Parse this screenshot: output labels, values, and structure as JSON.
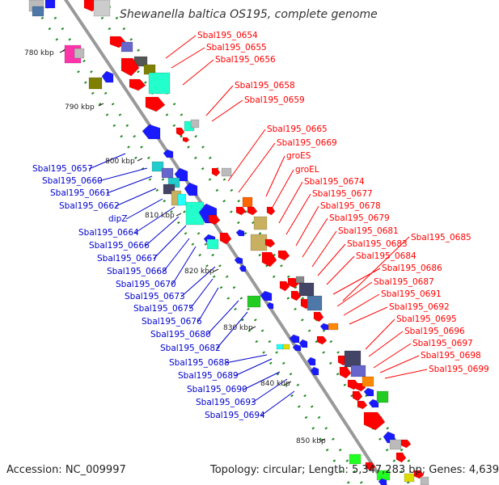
{
  "title": "Shewanella baltica OS195, complete genome",
  "footer": {
    "accession": "Accession: NC_009997",
    "summary": "Topology: circular; Length: 5,347,283 bp; Genes: 4,639"
  },
  "ticks": [
    "780 kbp",
    "790 kbp",
    "800 kbp",
    "810 kbp",
    "820 kbp",
    "830 kbp",
    "840 kbp",
    "850 kbp"
  ],
  "forward_labels": [
    "Sbal195_0654",
    "Sbal195_0655",
    "Sbal195_0656",
    "Sbal195_0658",
    "Sbal195_0659",
    "Sbal195_0665",
    "Sbal195_0669",
    "groES",
    "groEL",
    "Sbal195_0674",
    "Sbal195_0677",
    "Sbal195_0678",
    "Sbal195_0679",
    "Sbal195_0681",
    "Sbal195_0683",
    "Sbal195_0684",
    "Sbal195_0685",
    "Sbal195_0686",
    "Sbal195_0687",
    "Sbal195_0691",
    "Sbal195_0692",
    "Sbal195_0695",
    "Sbal195_0696",
    "Sbal195_0697",
    "Sbal195_0698",
    "Sbal195_0699"
  ],
  "reverse_labels": [
    "Sbal195_0657",
    "Sbal195_0660",
    "Sbal195_0661",
    "Sbal195_0662",
    "dipZ",
    "Sbal195_0664",
    "Sbal195_0666",
    "Sbal195_0667",
    "Sbal195_0668",
    "Sbal195_0670",
    "Sbal195_0673",
    "Sbal195_0675",
    "Sbal195_0676",
    "Sbal195_0680",
    "Sbal195_0682",
    "Sbal195_0688",
    "Sbal195_0689",
    "Sbal195_0690",
    "Sbal195_0693",
    "Sbal195_0694"
  ],
  "colors": {
    "forward": "#ff0000",
    "reverse": "#0000cc",
    "backbone": "#999999",
    "gc_marks": "#228b22"
  }
}
